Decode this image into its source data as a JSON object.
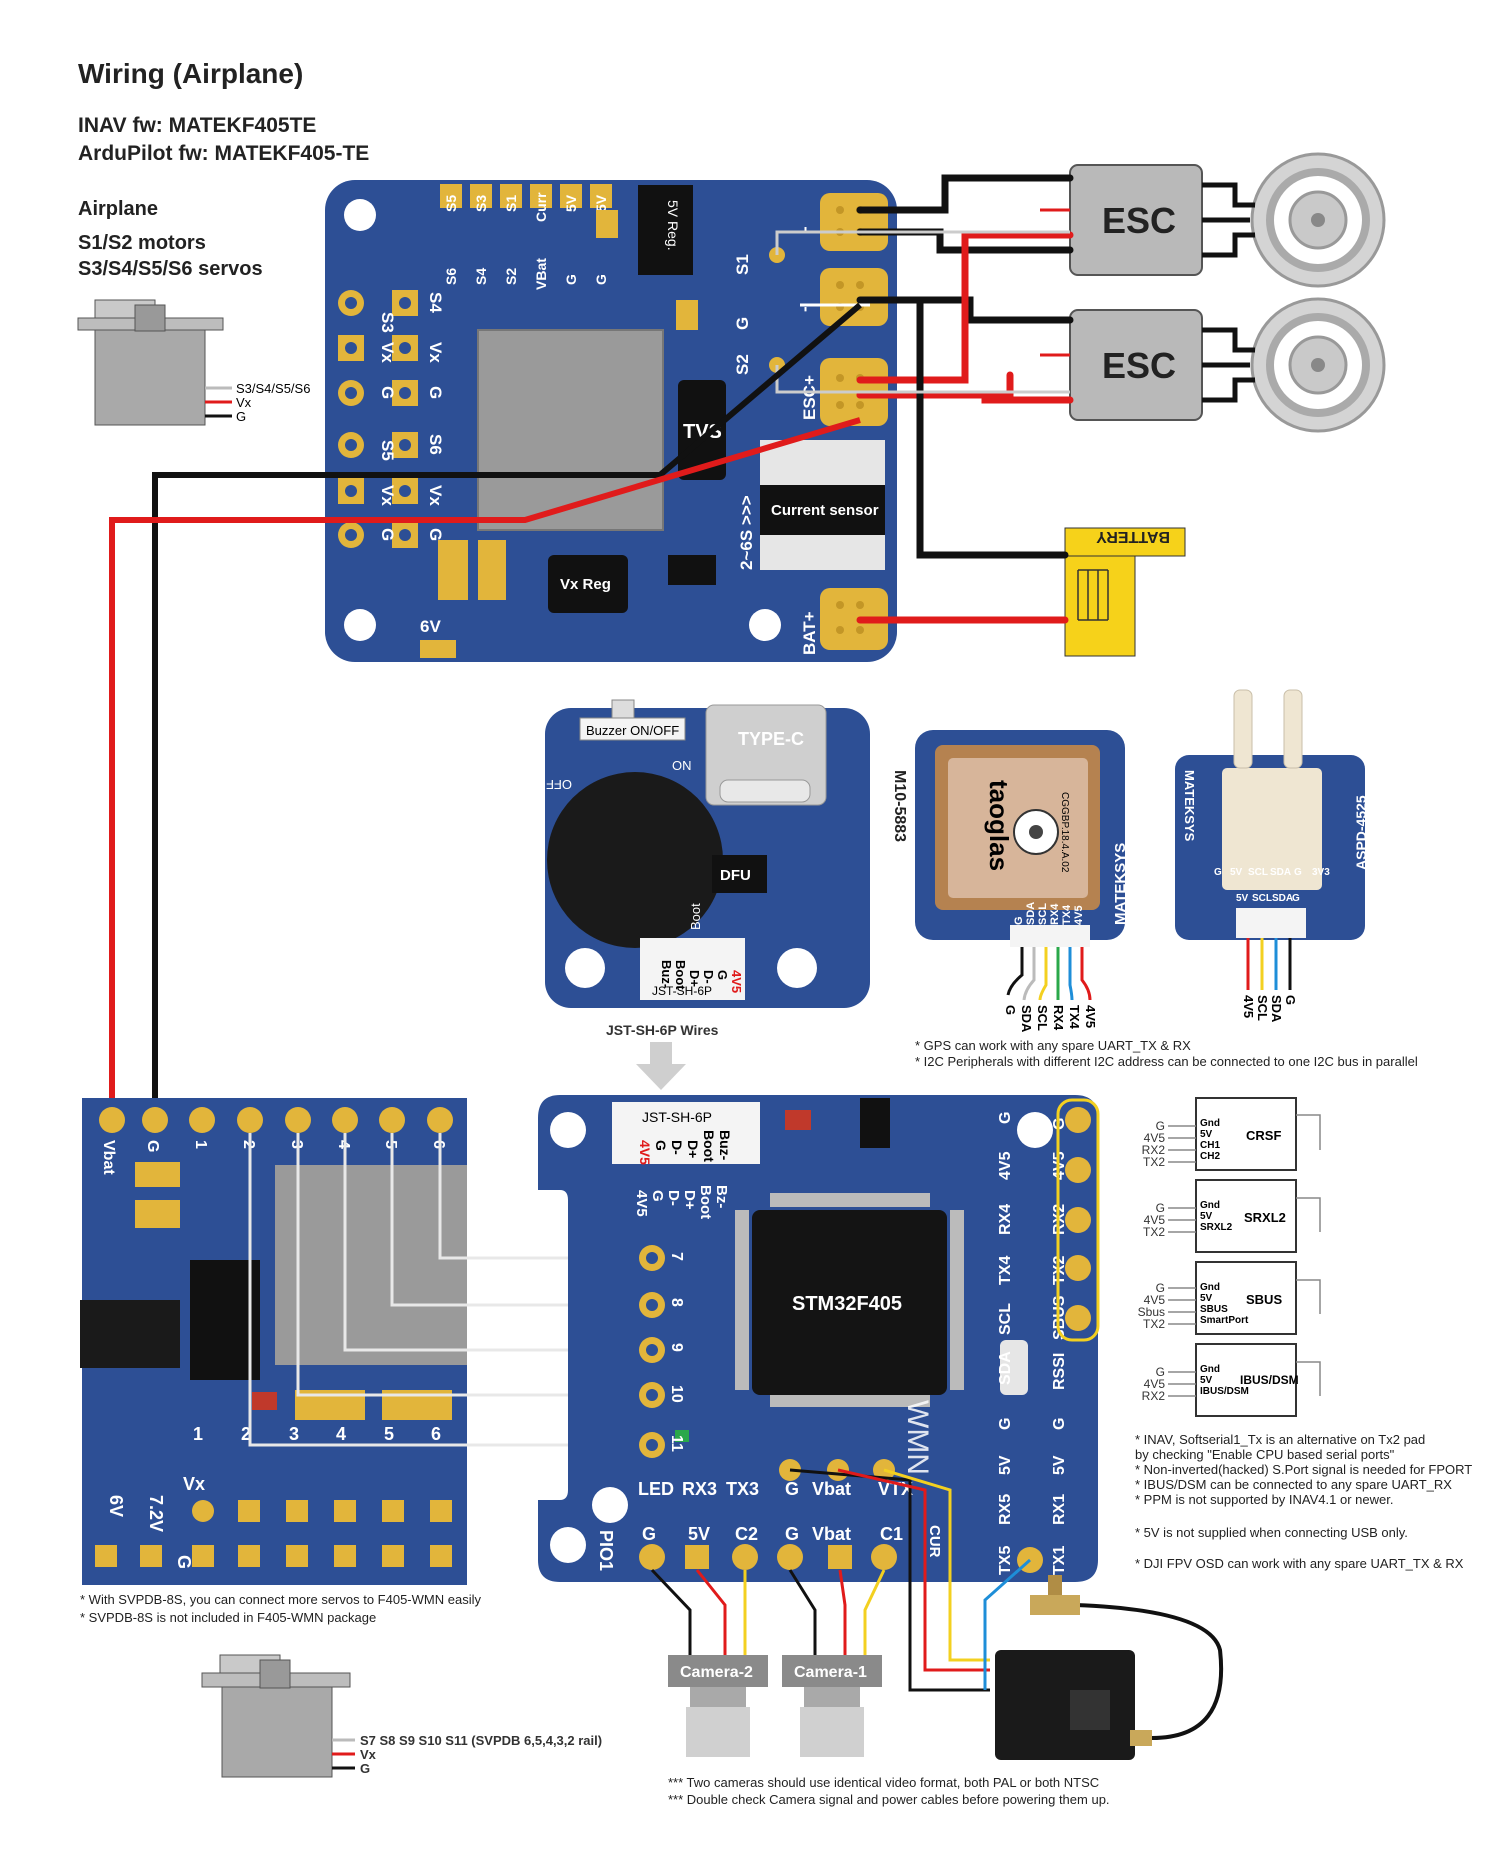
{
  "header": {
    "title": "Wiring (Airplane)",
    "inav_fw": "INAV fw:  MATEKF405TE",
    "ardupilot_fw": "ArduPilot fw: MATEKF405-TE",
    "airplane_heading": "Airplane",
    "motors_line": "S1/S2 motors",
    "servos_line": "S3/S4/S5/S6 servos"
  },
  "servo_top": {
    "signal": "S3/S4/S5/S6",
    "vx": "Vx",
    "g": "G"
  },
  "pdb": {
    "labels_top": [
      "S5",
      "S3",
      "S1",
      "Curr",
      "5V",
      "5V"
    ],
    "labels_top2": [
      "S6",
      "S4",
      "S2",
      "VBat",
      "G",
      "G"
    ],
    "reg5v": "5V Reg.",
    "pad_col1": [
      "S3",
      "Vx",
      "G",
      "S5",
      "Vx",
      "G"
    ],
    "pad_col2": [
      "S4",
      "Vx",
      "G",
      "S6",
      "Vx",
      "G"
    ],
    "tvs": "TVS",
    "current_sensor": "Current sensor",
    "vxreg": "Vx Reg",
    "v6": "6V",
    "s1": "S1",
    "s2": "S2",
    "g": "G",
    "minus": "-",
    "esc_plus": "ESC+",
    "range": "2~6S >>>",
    "bat_plus": "BAT+"
  },
  "esc": {
    "label1": "ESC",
    "label2": "ESC"
  },
  "battery": {
    "label": "BATTERY"
  },
  "usb_board": {
    "buzzer": "Buzzer ON/OFF",
    "off": "OFF",
    "on": "ON",
    "typec": "TYPE-C",
    "dfu": "DFU",
    "boot": "Boot",
    "pins": [
      "4V5",
      "G",
      "D-",
      "D+",
      "Boot",
      "Buz-"
    ],
    "connector": "JST-SH-6P",
    "wires_caption": "JST-SH-6P Wires"
  },
  "gps": {
    "name": "M10-5883",
    "brand": "taoglas",
    "part": "CGGBP.18.4.A.02",
    "maker": "MATEKSYS",
    "pins": [
      "G",
      "SDA",
      "SCL",
      "RX4",
      "TX4",
      "4V5"
    ],
    "wire_labels": [
      "G",
      "SDA",
      "SCL",
      "RX4",
      "TX4",
      "4V5"
    ]
  },
  "aspd": {
    "name": "ASPD-4525",
    "maker": "MATEKSYS",
    "pins": [
      "G",
      "5V",
      "SCL",
      "SDA",
      "G",
      "3V3"
    ],
    "pins2": [
      "5V",
      "SCL",
      "SDA",
      "G"
    ],
    "wire_labels": [
      "4V5",
      "SCL",
      "SDA",
      "G"
    ]
  },
  "gps_notes": [
    "* GPS can work with any spare UART_TX & RX",
    "* I2C Peripherals with different I2C address can be connected to one I2C bus in parallel"
  ],
  "svpdb": {
    "top_pads": [
      "Vbat",
      "G",
      "1",
      "2",
      "3",
      "4",
      "5",
      "6"
    ],
    "bottom_nums": [
      "1",
      "2",
      "3",
      "4",
      "5",
      "6"
    ],
    "vx": "Vx",
    "v6": "6V",
    "v72": "7.2V",
    "g": "G",
    "notes": [
      "* With SVPDB-8S, you can connect more servos to F405-WMN easily",
      "* SVPDB-8S is not included in F405-WMN package"
    ]
  },
  "fc": {
    "connector": "JST-SH-6P",
    "conn_pins": [
      "4V5",
      "G",
      "D-",
      "D+",
      "Boot",
      "Buz-"
    ],
    "conn_pins2": [
      "4V5",
      "G",
      "D-",
      "D+",
      "Boot",
      "Bz-"
    ],
    "mcu": "STM32F405",
    "logo": "WMN",
    "servo_nums": [
      "7",
      "8",
      "9",
      "10",
      "11"
    ],
    "right_col1": [
      "4V5",
      "RX4",
      "TX4",
      "SCL",
      "SDA",
      "G",
      "5V",
      "RX5",
      "TX5"
    ],
    "right_col2": [
      "G",
      "4V5",
      "RX2",
      "TX2",
      "SBUS",
      "RSSI",
      "G",
      "5V",
      "RX1",
      "TX1"
    ],
    "bottom_labels": [
      "LED",
      "RX3",
      "TX3",
      "G",
      "Vbat",
      "VTX"
    ],
    "bottom_labels2": [
      "G",
      "5V",
      "C2",
      "G",
      "Vbat",
      "C1"
    ],
    "g_top": "G",
    "pio": "PIO1",
    "cur": "CUR"
  },
  "receivers": [
    {
      "name": "CRSF",
      "left": [
        "G",
        "4V5",
        "RX2",
        "TX2"
      ],
      "pins": [
        "Gnd",
        "5V",
        "CH1",
        "CH2"
      ]
    },
    {
      "name": "SRXL2",
      "left": [
        "G",
        "4V5",
        "TX2"
      ],
      "pins": [
        "Gnd",
        "5V",
        "SRXL2"
      ]
    },
    {
      "name": "SBUS",
      "left": [
        "G",
        "4V5",
        "Sbus",
        "TX2"
      ],
      "pins": [
        "Gnd",
        "5V",
        "SBUS",
        "SmartPort"
      ]
    },
    {
      "name": "IBUS/DSM",
      "left": [
        "G",
        "4V5",
        "RX2"
      ],
      "pins": [
        "Gnd",
        "5V",
        "IBUS/DSM"
      ]
    }
  ],
  "rx_notes": [
    "* INAV, Softserial1_Tx is an alternative on Tx2 pad",
    "   by checking \"Enable CPU based serial ports\"",
    "* Non-inverted(hacked) S.Port signal is needed for FPORT",
    "* IBUS/DSM can be connected to any spare UART_RX",
    "* PPM is not supported by INAV4.1 or newer.",
    "* 5V is not supplied when connecting USB only.",
    "* DJI FPV OSD can work with any spare UART_TX & RX"
  ],
  "cameras": {
    "cam2": "Camera-2",
    "cam1": "Camera-1"
  },
  "servo_bottom": {
    "signal": "S7 S8 S9 S10 S11 (SVPDB 6,5,4,3,2 rail)",
    "vx": "Vx",
    "g": "G"
  },
  "camera_notes": [
    "*** Two cameras should use identical video format, both PAL or both NTSC",
    "*** Double check Camera signal and power cables before powering them up."
  ],
  "colors": {
    "board": "#2d4f95",
    "pad": "#e2b53b",
    "wire_red": "#e01b1b",
    "wire_black": "#111111",
    "wire_yellow": "#f3d020",
    "wire_blue": "#1e8ed8",
    "battery": "#f6d21a",
    "esc": "#b9b9b9"
  }
}
